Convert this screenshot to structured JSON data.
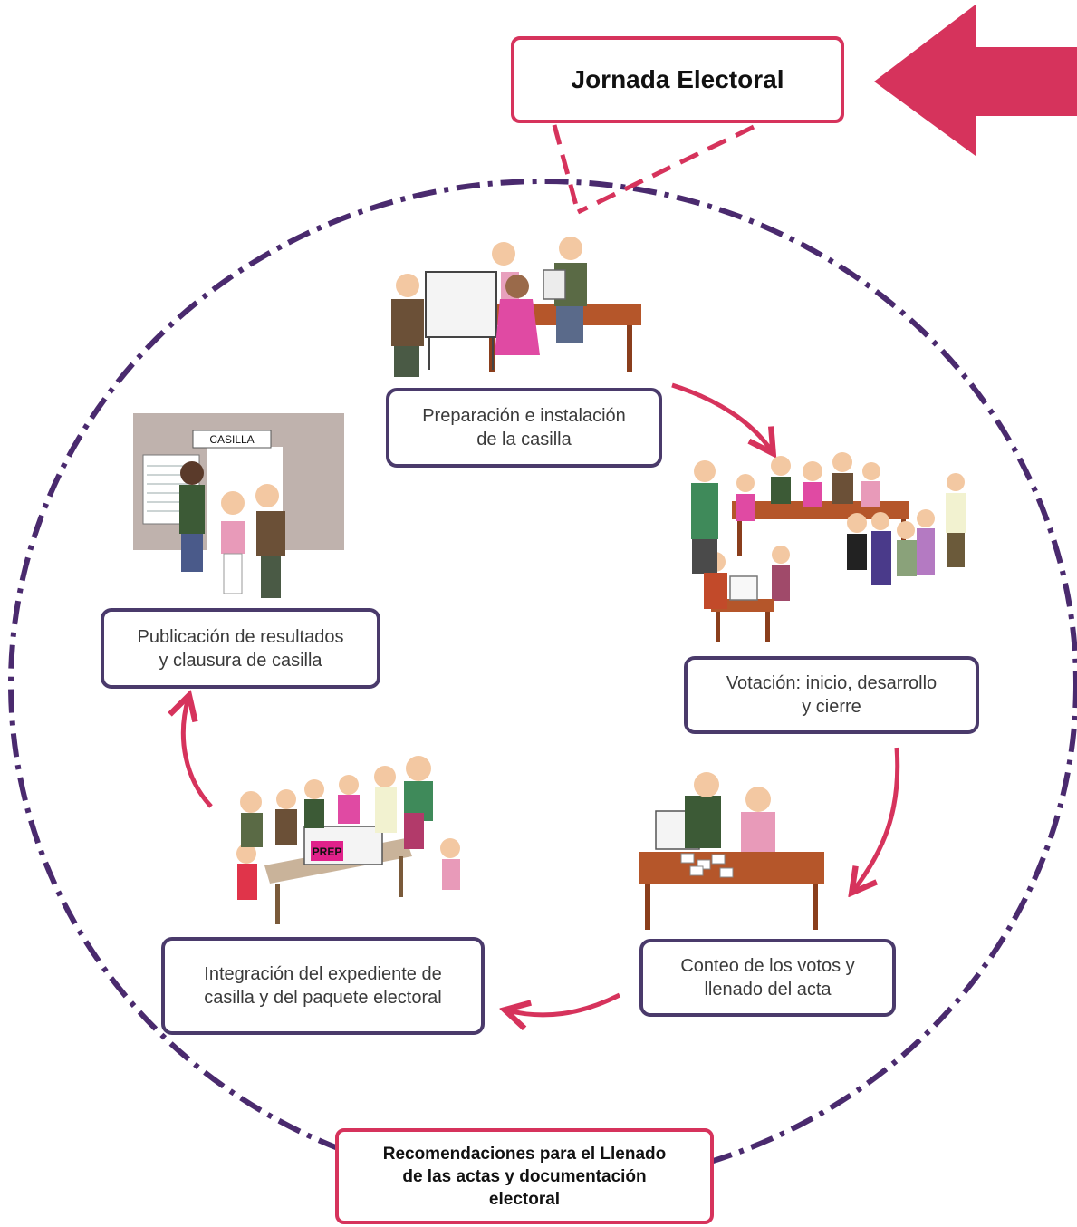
{
  "title": "Jornada Electoral",
  "steps": [
    {
      "id": "preparacion",
      "label": "Preparación e instalación\nde la casilla",
      "icon": "setup-polling-station-illustration"
    },
    {
      "id": "votacion",
      "label": "Votación: inicio, desarrollo\ny cierre",
      "icon": "voting-queue-illustration"
    },
    {
      "id": "conteo",
      "label": "Conteo de los votos y\nllenado del acta",
      "icon": "vote-count-illustration"
    },
    {
      "id": "integracion",
      "label": "Integración del expediente de\ncasilla y del paquete electoral",
      "icon": "electoral-package-illustration"
    },
    {
      "id": "publicacion",
      "label": "Publicación de resultados\ny clausura de casilla",
      "icon": "results-posting-illustration"
    }
  ],
  "illustrations": {
    "casilla_sign": "CASILLA",
    "ballot_box_label": "PREP"
  },
  "footer": "Recomendaciones para el Llenado\nde las actas y documentación\nelectoral",
  "colors": {
    "accent": "#d6335c",
    "circle": "#4a2a6e",
    "box_border": "#4a3a6b",
    "table": "#b5562a",
    "wall": "#bfb2ad"
  }
}
